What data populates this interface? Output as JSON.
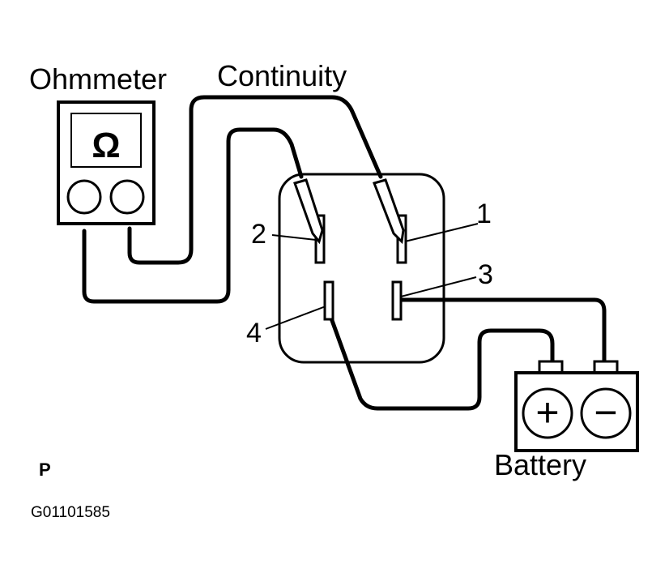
{
  "labels": {
    "ohmmeter": "Ohmmeter",
    "continuity": "Continuity",
    "battery": "Battery",
    "ohm_symbol": "Ω",
    "page_letter": "P",
    "figure_code": "G01101585"
  },
  "terminals": [
    {
      "number": "1"
    },
    {
      "number": "2"
    },
    {
      "number": "3"
    },
    {
      "number": "4"
    }
  ],
  "battery_terminals": {
    "positive": "+",
    "negative": "−"
  }
}
